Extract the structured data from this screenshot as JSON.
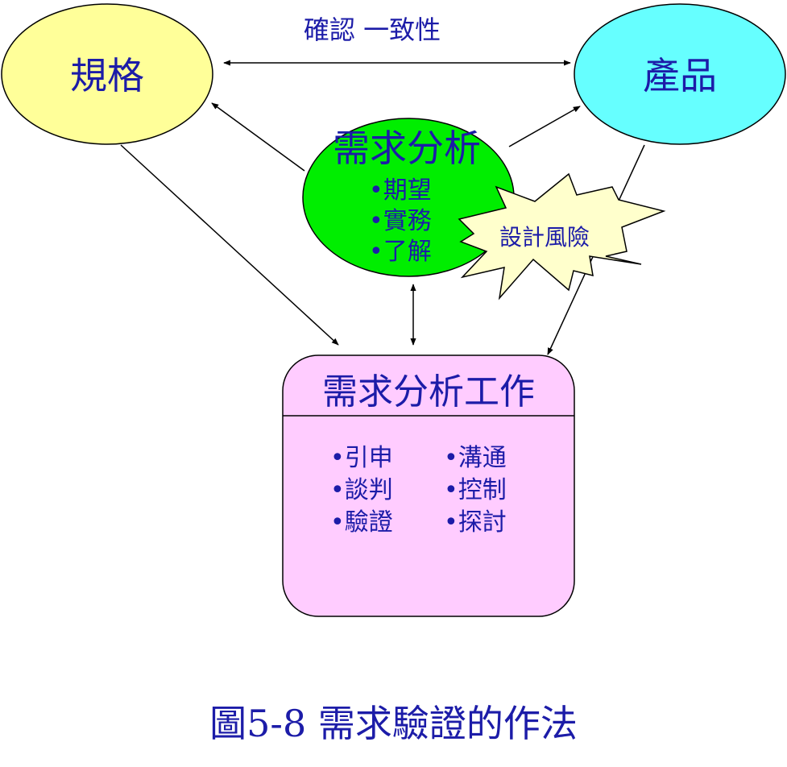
{
  "diagram": {
    "top_label": "確認 一致性",
    "spec_label": "規格",
    "product_label": "產品",
    "analysis": {
      "title": "需求分析",
      "bullets": [
        "•期望",
        "•實務",
        "•了解"
      ]
    },
    "risk_label": "設計風險",
    "work": {
      "title": "需求分析工作",
      "left_items": [
        "•引申",
        "•談判",
        "•驗證"
      ],
      "right_items": [
        "•溝通",
        "•控制",
        "•探討"
      ]
    },
    "colors": {
      "spec_fill": "#ffff99",
      "product_fill": "#66ffff",
      "analysis_fill": "#00ee00",
      "risk_fill": "#ffffcc",
      "work_fill": "#ffccff",
      "text": "#1c1ca8",
      "arrow": "#000000"
    }
  },
  "caption": "圖5-8 需求驗證的作法"
}
